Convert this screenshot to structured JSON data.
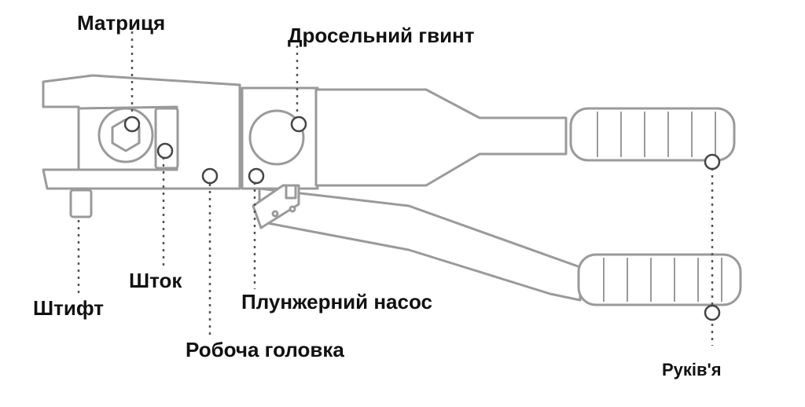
{
  "diagram": {
    "labels": {
      "matrix": "Матриця",
      "throttle_screw": "Дросельний гвинт",
      "rod": "Шток",
      "pin": "Штифт",
      "plunger_pump": "Плунжерний насос",
      "working_head": "Робоча головка",
      "handles": "Руків'я"
    }
  },
  "colors": {
    "outline": "#9a9a9a",
    "leader": "#555555",
    "text": "#111111"
  }
}
